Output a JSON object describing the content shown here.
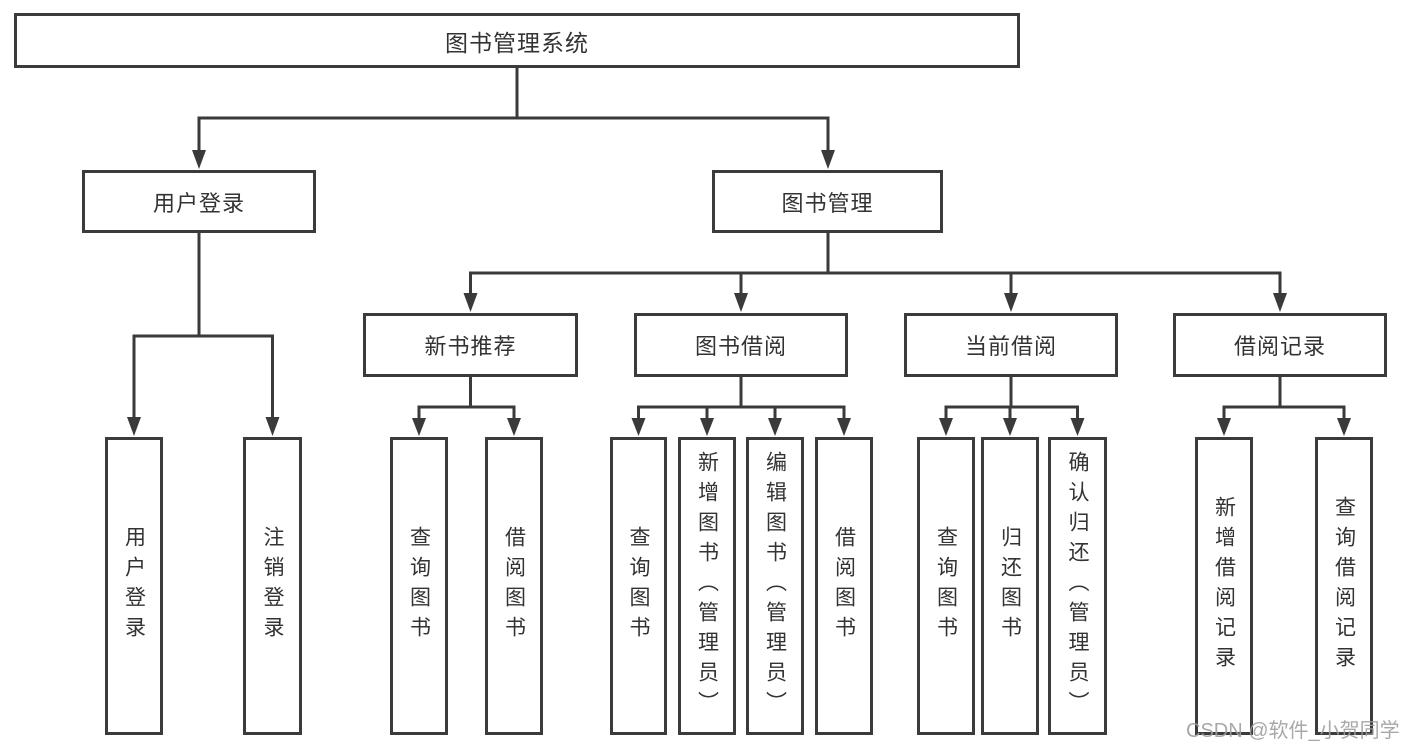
{
  "diagram": {
    "root": {
      "label": "图书管理系统"
    },
    "level2": [
      {
        "id": "user-login",
        "label": "用户登录"
      },
      {
        "id": "book-management",
        "label": "图书管理"
      }
    ],
    "level3": [
      {
        "id": "new-book-recommend",
        "label": "新书推荐",
        "parent": "图书管理"
      },
      {
        "id": "book-borrowing",
        "label": "图书借阅",
        "parent": "图书管理"
      },
      {
        "id": "current-borrowing",
        "label": "当前借阅",
        "parent": "图书管理"
      },
      {
        "id": "borrowing-records",
        "label": "借阅记录",
        "parent": "图书管理"
      }
    ],
    "leaves": [
      {
        "parent": "用户登录",
        "label": "用户登录"
      },
      {
        "parent": "用户登录",
        "label": "注销登录"
      },
      {
        "parent": "新书推荐",
        "label": "查询图书"
      },
      {
        "parent": "新书推荐",
        "label": "借阅图书"
      },
      {
        "parent": "图书借阅",
        "label": "查询图书"
      },
      {
        "parent": "图书借阅",
        "label": "新增图书（管理员）"
      },
      {
        "parent": "图书借阅",
        "label": "编辑图书（管理员）"
      },
      {
        "parent": "图书借阅",
        "label": "借阅图书"
      },
      {
        "parent": "当前借阅",
        "label": "查询图书"
      },
      {
        "parent": "当前借阅",
        "label": "归还图书"
      },
      {
        "parent": "当前借阅",
        "label": "确认归还（管理员）"
      },
      {
        "parent": "借阅记录",
        "label": "新增借阅记录"
      },
      {
        "parent": "借阅记录",
        "label": "查询借阅记录"
      }
    ],
    "watermark": "CSDN @软件_小贺同学",
    "colors": {
      "line": "#3a3a3a",
      "border": "#3b3b3b",
      "text": "#333333",
      "watermark": "#9e9e9e",
      "background": "#ffffff"
    }
  }
}
